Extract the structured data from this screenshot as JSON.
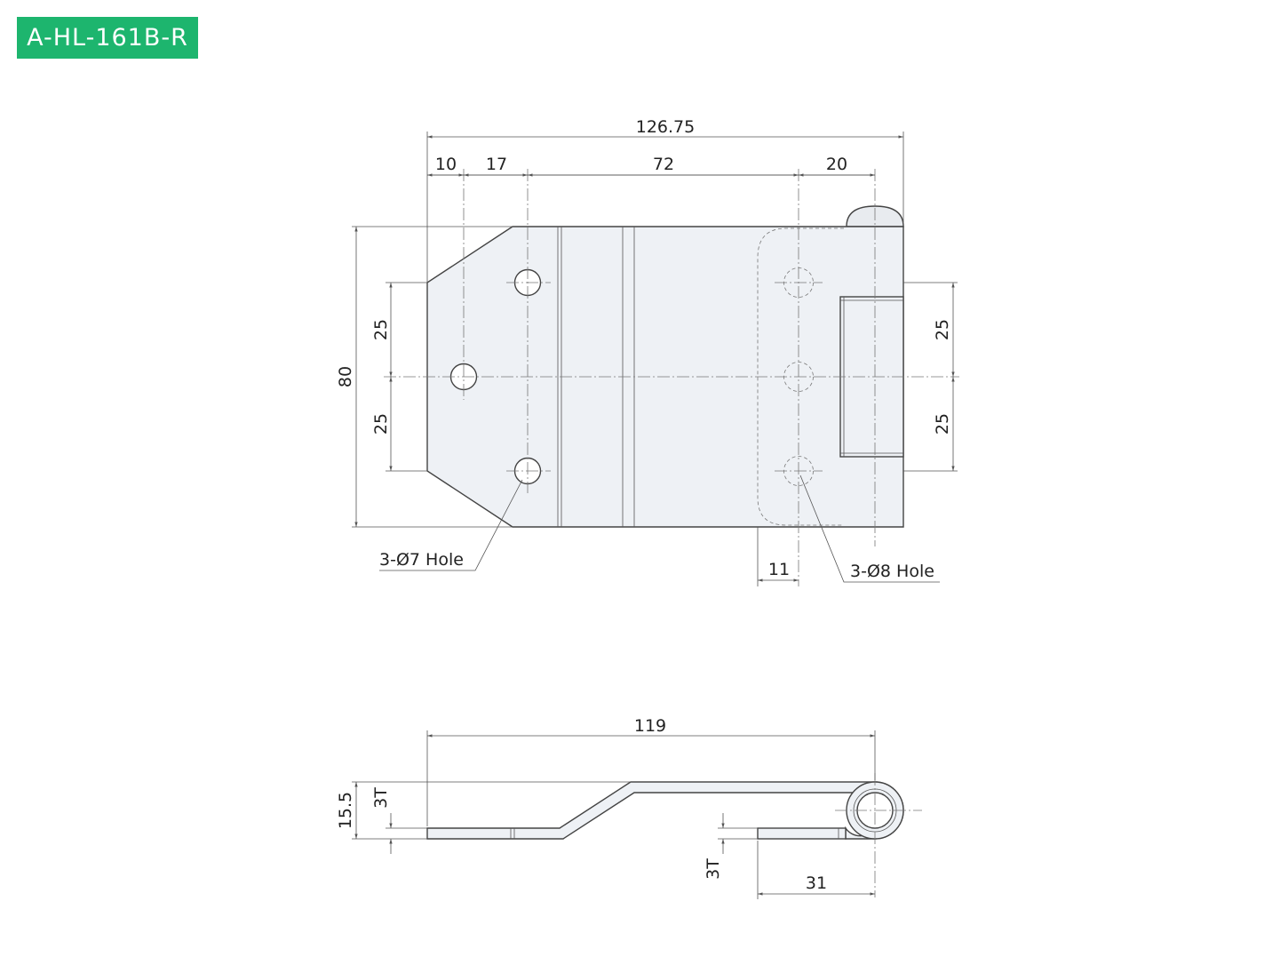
{
  "model": "A-HL-161B-R",
  "colors": {
    "badge_background": "#1DB56E",
    "part_fill": "#EEF1F5",
    "line": "#444444"
  },
  "top_view": {
    "dimensions": {
      "overall_width": "126.75",
      "offset_1": "10",
      "offset_2": "17",
      "hole_pitch": "72",
      "pin_offset": "20",
      "height": "80",
      "left_pitch_upper": "25",
      "left_pitch_lower": "25",
      "right_pitch_upper": "25",
      "right_pitch_lower": "25",
      "radius_offset": "11"
    },
    "callouts": {
      "left_holes": "3-Ø7 Hole",
      "right_holes": "3-Ø8 Hole"
    }
  },
  "side_view": {
    "dimensions": {
      "overall_length": "119",
      "total_height": "15.5",
      "thickness_left": "3T",
      "thickness_right": "3T",
      "leaf_length": "31"
    }
  }
}
